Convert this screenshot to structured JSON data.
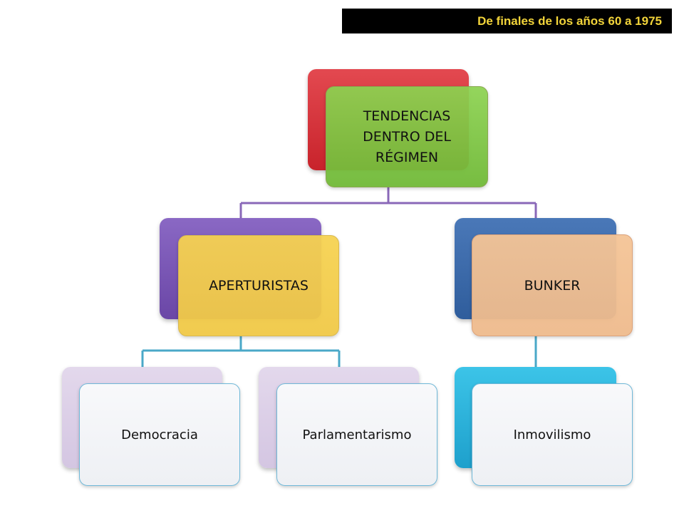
{
  "banner": {
    "text": "De finales de los años 60 a 1975"
  },
  "diagram": {
    "root": {
      "label": "TENDENCIAS DENTRO DEL RÉGIMEN"
    },
    "branches": [
      {
        "label": "APERTURISTAS",
        "children": [
          "Democracia",
          "Parlamentarismo"
        ]
      },
      {
        "label": "BUNKER",
        "children": [
          "Inmovilismo"
        ]
      }
    ]
  },
  "colors": {
    "banner_bg": "#000000",
    "banner_text": "#f2d43a",
    "root_back": "#c8232b",
    "root_front": "#8cd250",
    "aperturistas_back": "#6a46a6",
    "aperturistas_front": "#f6d250",
    "bunker_back": "#2f5d9c",
    "bunker_front": "#f4c496",
    "leaf_back_purple": "#d4c6e2",
    "leaf_back_cyan": "#1ea0cc",
    "connector_purple": "#8a68b8",
    "connector_cyan": "#4aa8c8"
  }
}
